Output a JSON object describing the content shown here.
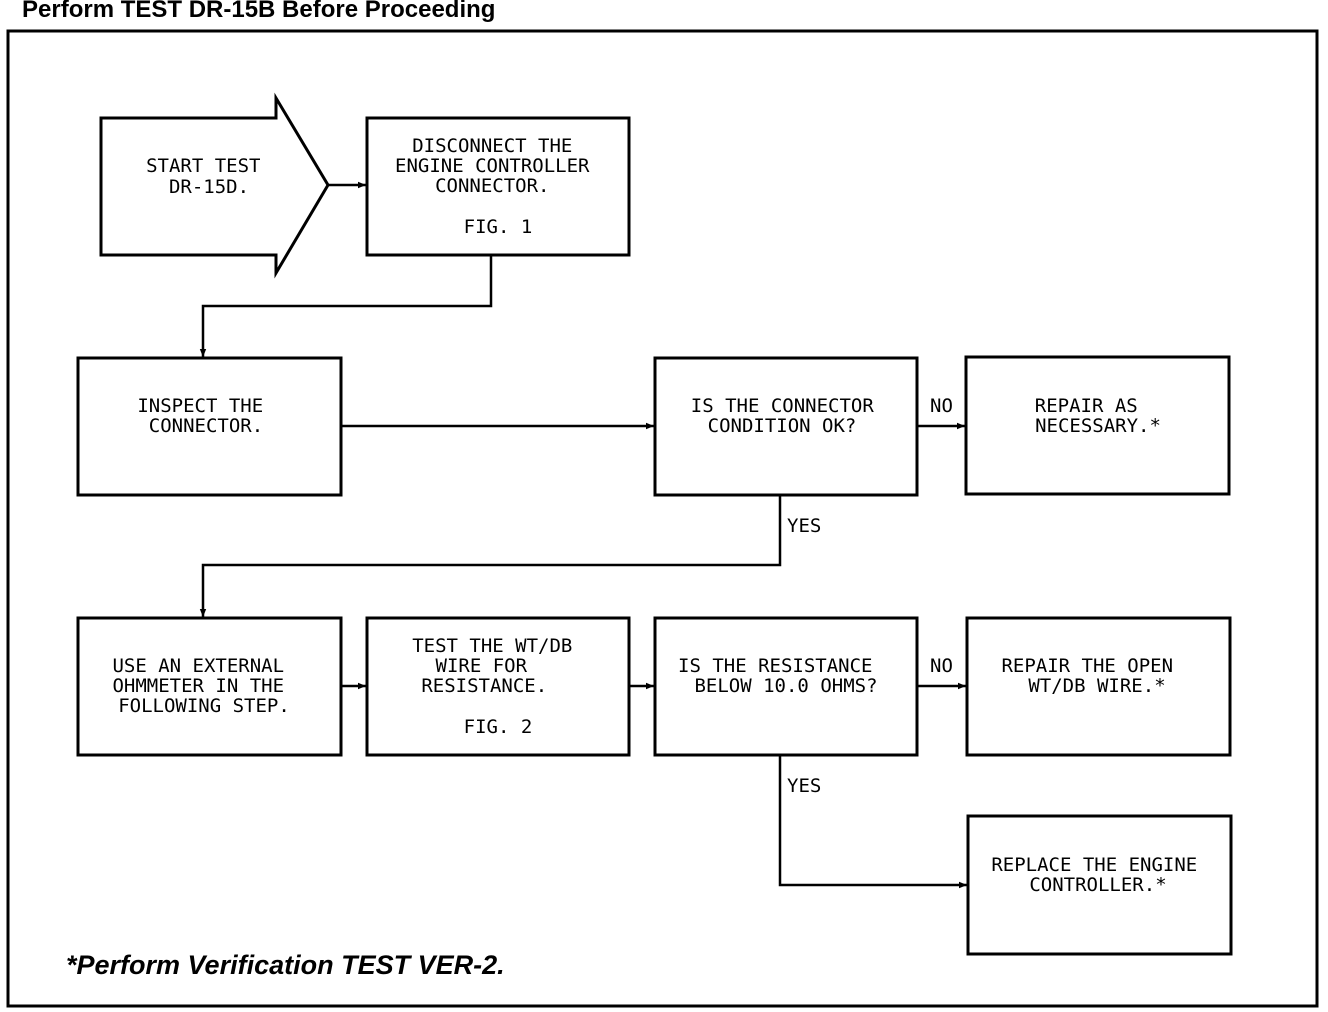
{
  "header": {
    "title": "Perform TEST DR-15B Before Proceeding"
  },
  "footnote": "*Perform Verification TEST VER-2.",
  "flowchart": {
    "start": [
      "START TEST",
      "DR-15D."
    ],
    "disconnect": [
      "DISCONNECT THE",
      "ENGINE CONTROLLER",
      "CONNECTOR.",
      "",
      "FIG. 1"
    ],
    "inspect": [
      "INSPECT THE",
      "CONNECTOR."
    ],
    "connector_ok": [
      "IS THE CONNECTOR",
      "CONDITION OK?"
    ],
    "repair_necessary": [
      "REPAIR AS",
      "NECESSARY.*"
    ],
    "use_ohmmeter": [
      "USE AN EXTERNAL",
      "OHMMETER IN THE",
      "FOLLOWING STEP."
    ],
    "test_wire": [
      "TEST THE WT/DB",
      "WIRE FOR",
      "RESISTANCE.",
      "",
      "FIG. 2"
    ],
    "resistance_below": [
      "IS THE RESISTANCE",
      "BELOW 10.0 OHMS?"
    ],
    "repair_open": [
      "REPAIR THE OPEN",
      "WT/DB WIRE.*"
    ],
    "replace_controller": [
      "REPLACE THE ENGINE",
      "CONTROLLER.*"
    ],
    "labels": {
      "no": "NO",
      "yes": "YES"
    }
  }
}
